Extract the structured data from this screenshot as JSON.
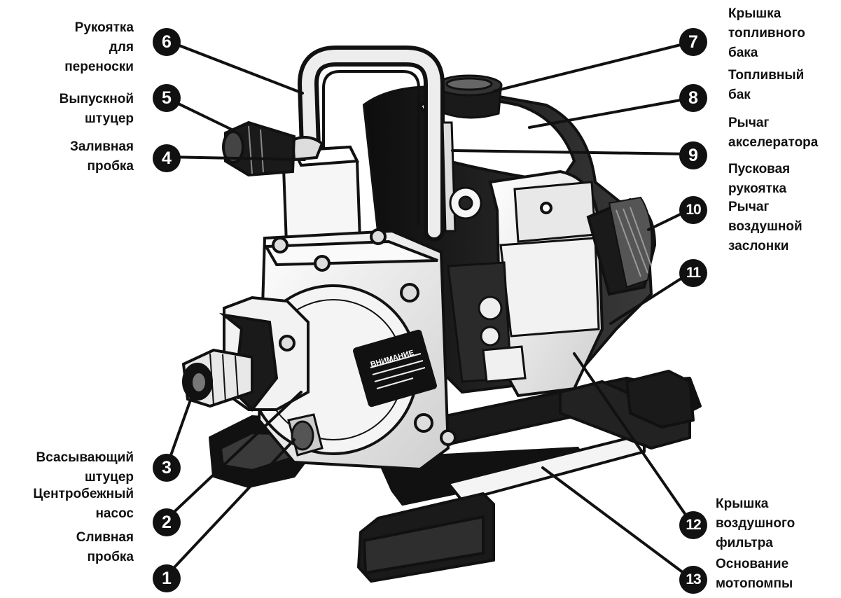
{
  "callouts": [
    {
      "number": "1",
      "label_lines": [
        "Сливная",
        "пробка"
      ]
    },
    {
      "number": "2",
      "label_lines": [
        "Центробежный",
        "насос"
      ]
    },
    {
      "number": "3",
      "label_lines": [
        "Всасывающий",
        "штуцер"
      ]
    },
    {
      "number": "4",
      "label_lines": [
        "Заливная",
        "пробка"
      ]
    },
    {
      "number": "5",
      "label_lines": [
        "Выпускной",
        "штуцер"
      ]
    },
    {
      "number": "6",
      "label_lines": [
        "Рукоятка",
        "для",
        "переноски"
      ]
    },
    {
      "number": "7",
      "label_lines": [
        "Крышка",
        "топливного",
        "бака"
      ]
    },
    {
      "number": "8",
      "label_lines": [
        "Топливный",
        "бак"
      ]
    },
    {
      "number": "9",
      "label_lines": [
        "Рычаг",
        "акселератора"
      ]
    },
    {
      "number": "10",
      "label_lines": [
        "Пусковая",
        "рукоятка"
      ]
    },
    {
      "number": "11",
      "label_lines": [
        "Рычаг",
        "воздушной",
        "заслонки"
      ]
    },
    {
      "number": "12",
      "label_lines": [
        "Крышка",
        "воздушного",
        "фильтра"
      ]
    },
    {
      "number": "13",
      "label_lines": [
        "Основание",
        "мотопомпы"
      ]
    }
  ],
  "safety_plate": {
    "heading": "ВНИМАНИЕ"
  },
  "colors": {
    "ink": "#111111",
    "paper": "#ffffff",
    "shade": "#2a2a2a",
    "mid": "#d8d8d8"
  }
}
